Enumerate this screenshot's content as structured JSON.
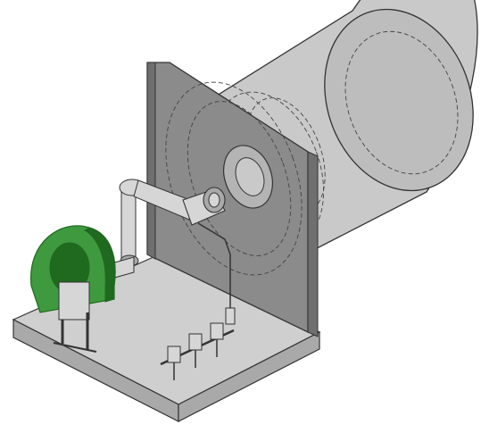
{
  "drawing": {
    "style": "isometric-shaded-cad",
    "text_labels": [],
    "components": [
      "base-plate",
      "vertical-wall-panel",
      "cylindrical-drum",
      "combustion-air-blower",
      "burner-head",
      "gas-train",
      "pilot-line",
      "air-duct"
    ],
    "colors": {
      "background": "#ffffff",
      "drum_fill": "#c9c9c9",
      "drum_front_face": "#b4b4b4",
      "drum_rear_face": "#bdbdbd",
      "wall_face": "#8b8b8b",
      "wall_side": "#6f6f6f",
      "base_top": "#cfcfcf",
      "base_side": "#a9a9a9",
      "blower_green": "#3f9a3f",
      "blower_dark": "#1f6a1f",
      "line_color": "#333333",
      "hidden_line": "#444444",
      "pipe_fill": "#d6d6d6"
    }
  }
}
